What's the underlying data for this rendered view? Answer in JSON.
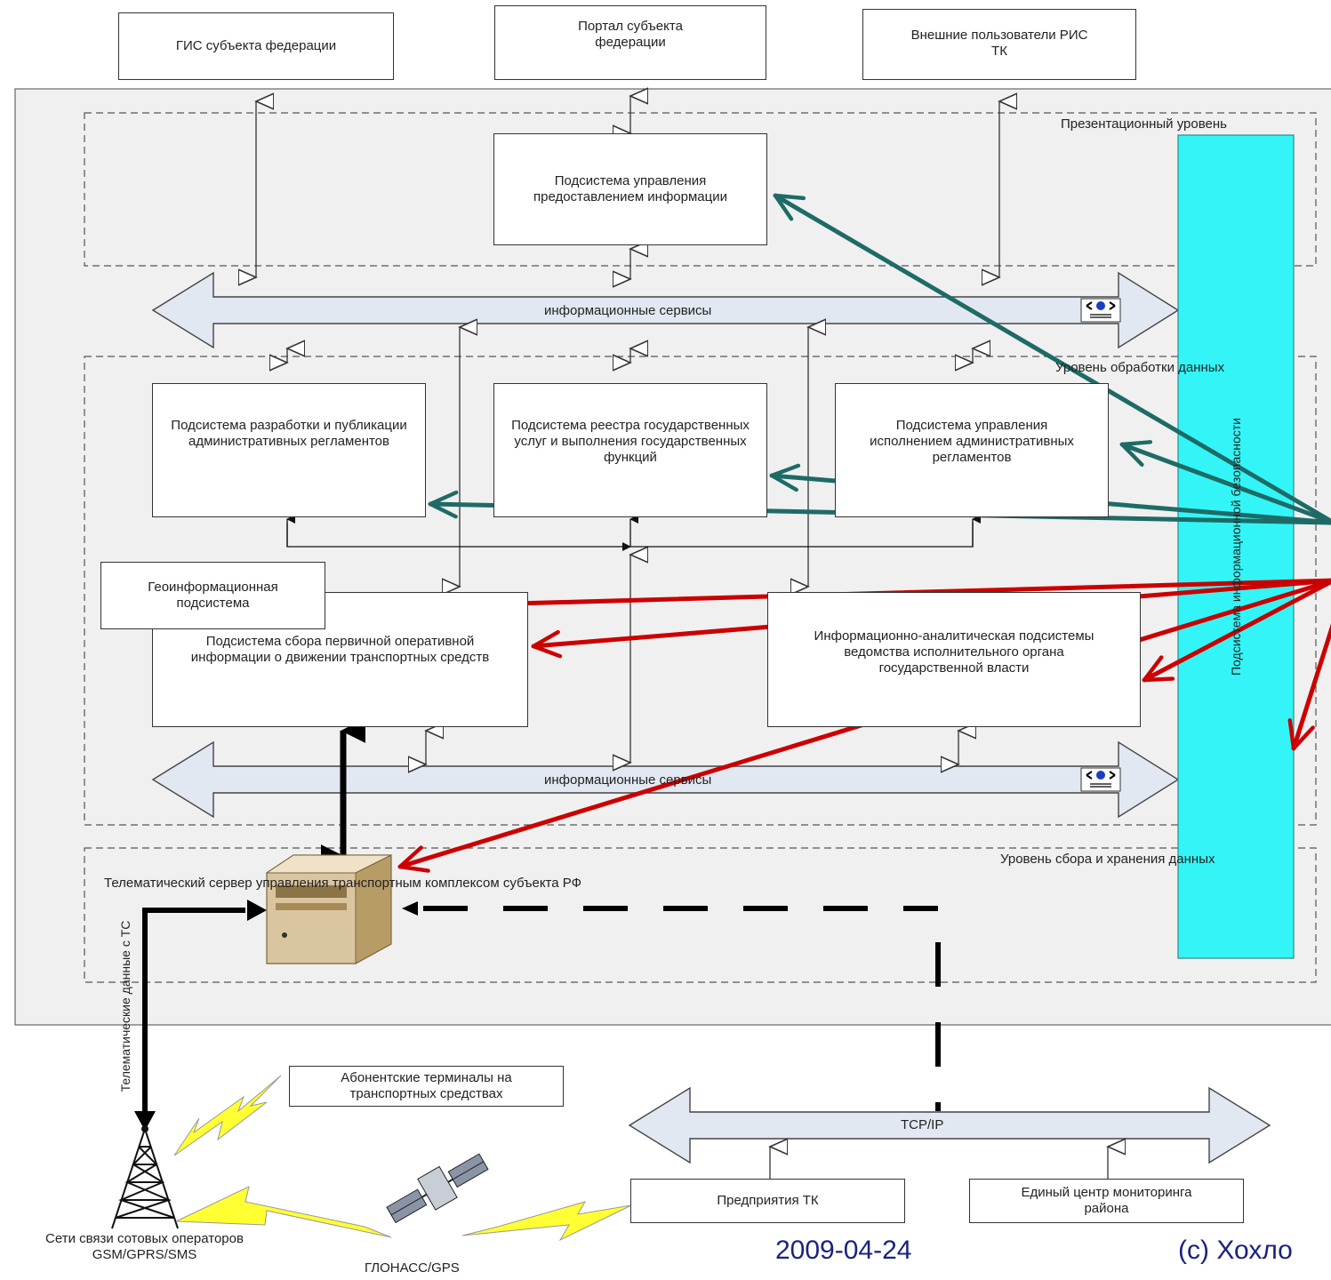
{
  "external": {
    "gis": "ГИС субъекта федерации",
    "portal": "Портал субъекта федерации",
    "users": "Внешние пользователи РИС ТК"
  },
  "levels": {
    "presentation": "Презентационный уровень",
    "processing": "Уровень обработки данных",
    "collection": "Уровень сбора и хранения данных"
  },
  "subsystems": {
    "info_mgmt": "Подсистема управления предоставлением информации",
    "regl_dev": "Подсистема разработки и публикации административных регламентов",
    "registry": "Подсистема реестра государственных услуг и выполнения государственных функций",
    "exec_mgmt": "Подсистема управления исполнением административных регламентов",
    "geo": "Геоинформационная подсистема",
    "collect": "Подсистема сбора первичной оперативной информации о движении транспортных средств",
    "analytics": "Информационно-аналитическая подсистемы ведомства исполнительного органа государственной власти"
  },
  "security_label": "Подсистема информационной безопасности",
  "bus_top": "информационные сервисы",
  "bus_bottom": "информационные сервисы",
  "server_label": "Телематический сервер управления транспортным комплексом субъекта РФ",
  "telematics_label": "Телематические данные с ТС",
  "terminals": "Абонентские терминалы на транспортных средствах",
  "tcpip": "TCP/IP",
  "enterprises": "Предприятия ТК",
  "monitoring": "Единый центр мониторинга района",
  "cellular": "Сети связи сотовых операторов GSM/GPRS/SMS",
  "glonass": "ГЛОНАСС/GPS",
  "footer": {
    "date": "2009-04-24",
    "copyright": "(c) Хохло"
  },
  "colors": {
    "panel": "#f0f0f0",
    "bus": "#e2e8f1",
    "security": "#33f5f7",
    "teal_arrow": "#1e6b66",
    "red_arrow": "#cc0000",
    "lightning": "#ffff33"
  }
}
